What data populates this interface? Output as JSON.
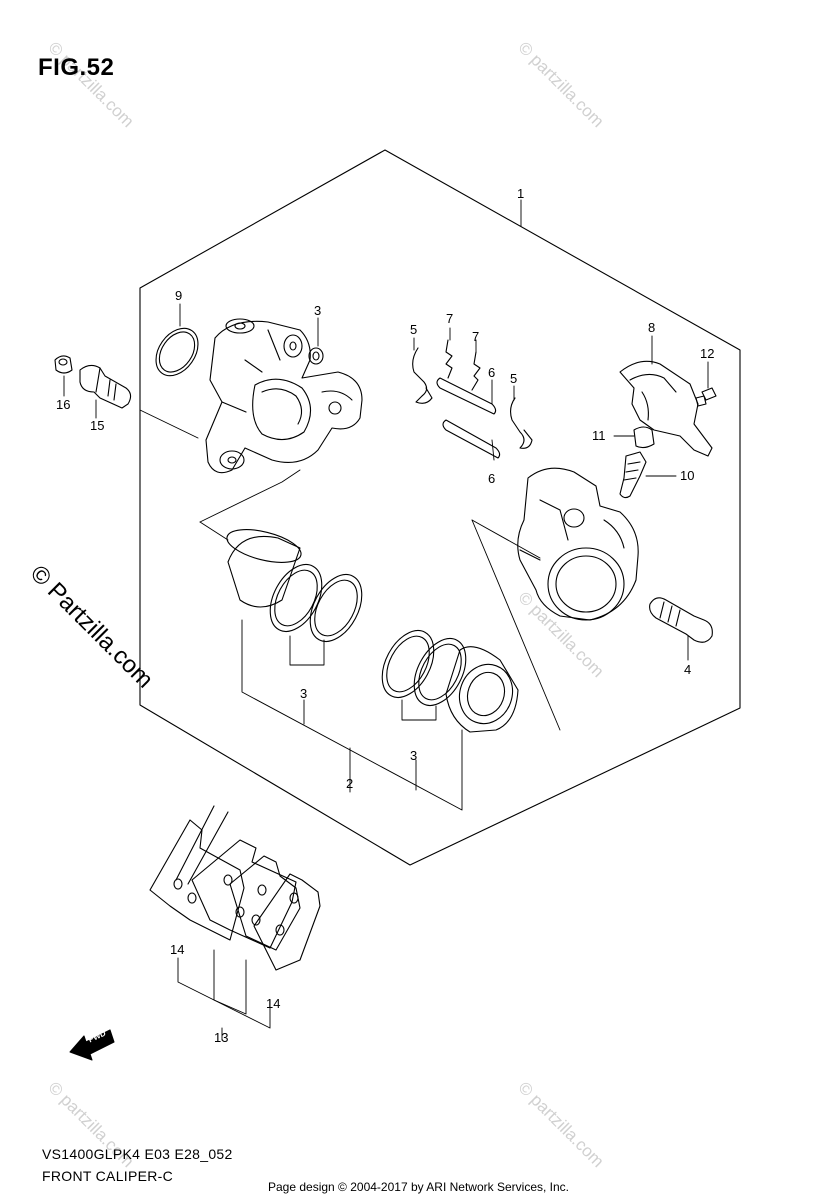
{
  "figure": {
    "title": "FIG.52",
    "code": "VS1400GLPK4 E03 E28_052",
    "name": "FRONT CALIPER-C"
  },
  "watermark": {
    "main": "© Partzilla.com",
    "small": "© partzilla.com"
  },
  "copyright": "Page design © 2004-2017 by ARI Network Services, Inc.",
  "fwd_label": "FWD",
  "part_numbers": {
    "p1": "1",
    "p2": "2",
    "p3a": "3",
    "p3b": "3",
    "p3c": "3",
    "p4": "4",
    "p5a": "5",
    "p5b": "5",
    "p6a": "6",
    "p6b": "6",
    "p7a": "7",
    "p7b": "7",
    "p8": "8",
    "p9": "9",
    "p10": "10",
    "p11": "11",
    "p12": "12",
    "p13": "13",
    "p14a": "14",
    "p14b": "14",
    "p15": "15",
    "p16": "16"
  },
  "colors": {
    "line": "#000000",
    "watermark": "#d0d0d0"
  }
}
